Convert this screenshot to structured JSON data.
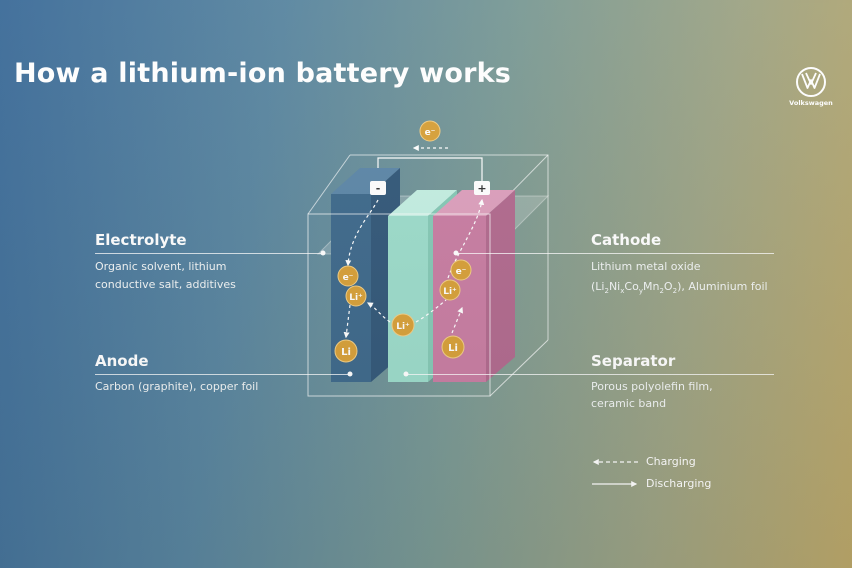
{
  "title": "How a lithium-ion battery works",
  "brand": {
    "name": "Volkswagen"
  },
  "labels": {
    "electrolyte": {
      "title": "Electrolyte",
      "line1": "Organic solvent, lithium",
      "line2": "conductive salt, additives"
    },
    "anode": {
      "title": "Anode",
      "line1": "Carbon (graphite), copper foil"
    },
    "cathode": {
      "title": "Cathode",
      "line1": "Lithium metal oxide",
      "line2_sub": [
        "(Li",
        "2",
        "Ni",
        "x",
        "Co",
        "y",
        "Mn",
        "2",
        "O",
        "2",
        "), Aluminium foil"
      ]
    },
    "separator": {
      "title": "Separator",
      "line1": "Porous polyolefin film,",
      "line2": "ceramic band"
    }
  },
  "terminals": {
    "negative": "-",
    "positive": "+"
  },
  "particles": {
    "electron": "e⁻",
    "lithium_ion": "Li⁺",
    "lithium": "Li"
  },
  "legend": {
    "charging": "Charging",
    "discharging": "Discharging"
  },
  "colors": {
    "anode": "#3f6a8c",
    "separator": "#9ddccb",
    "cathode": "#c97ea3",
    "particle": "#d8a13a"
  }
}
